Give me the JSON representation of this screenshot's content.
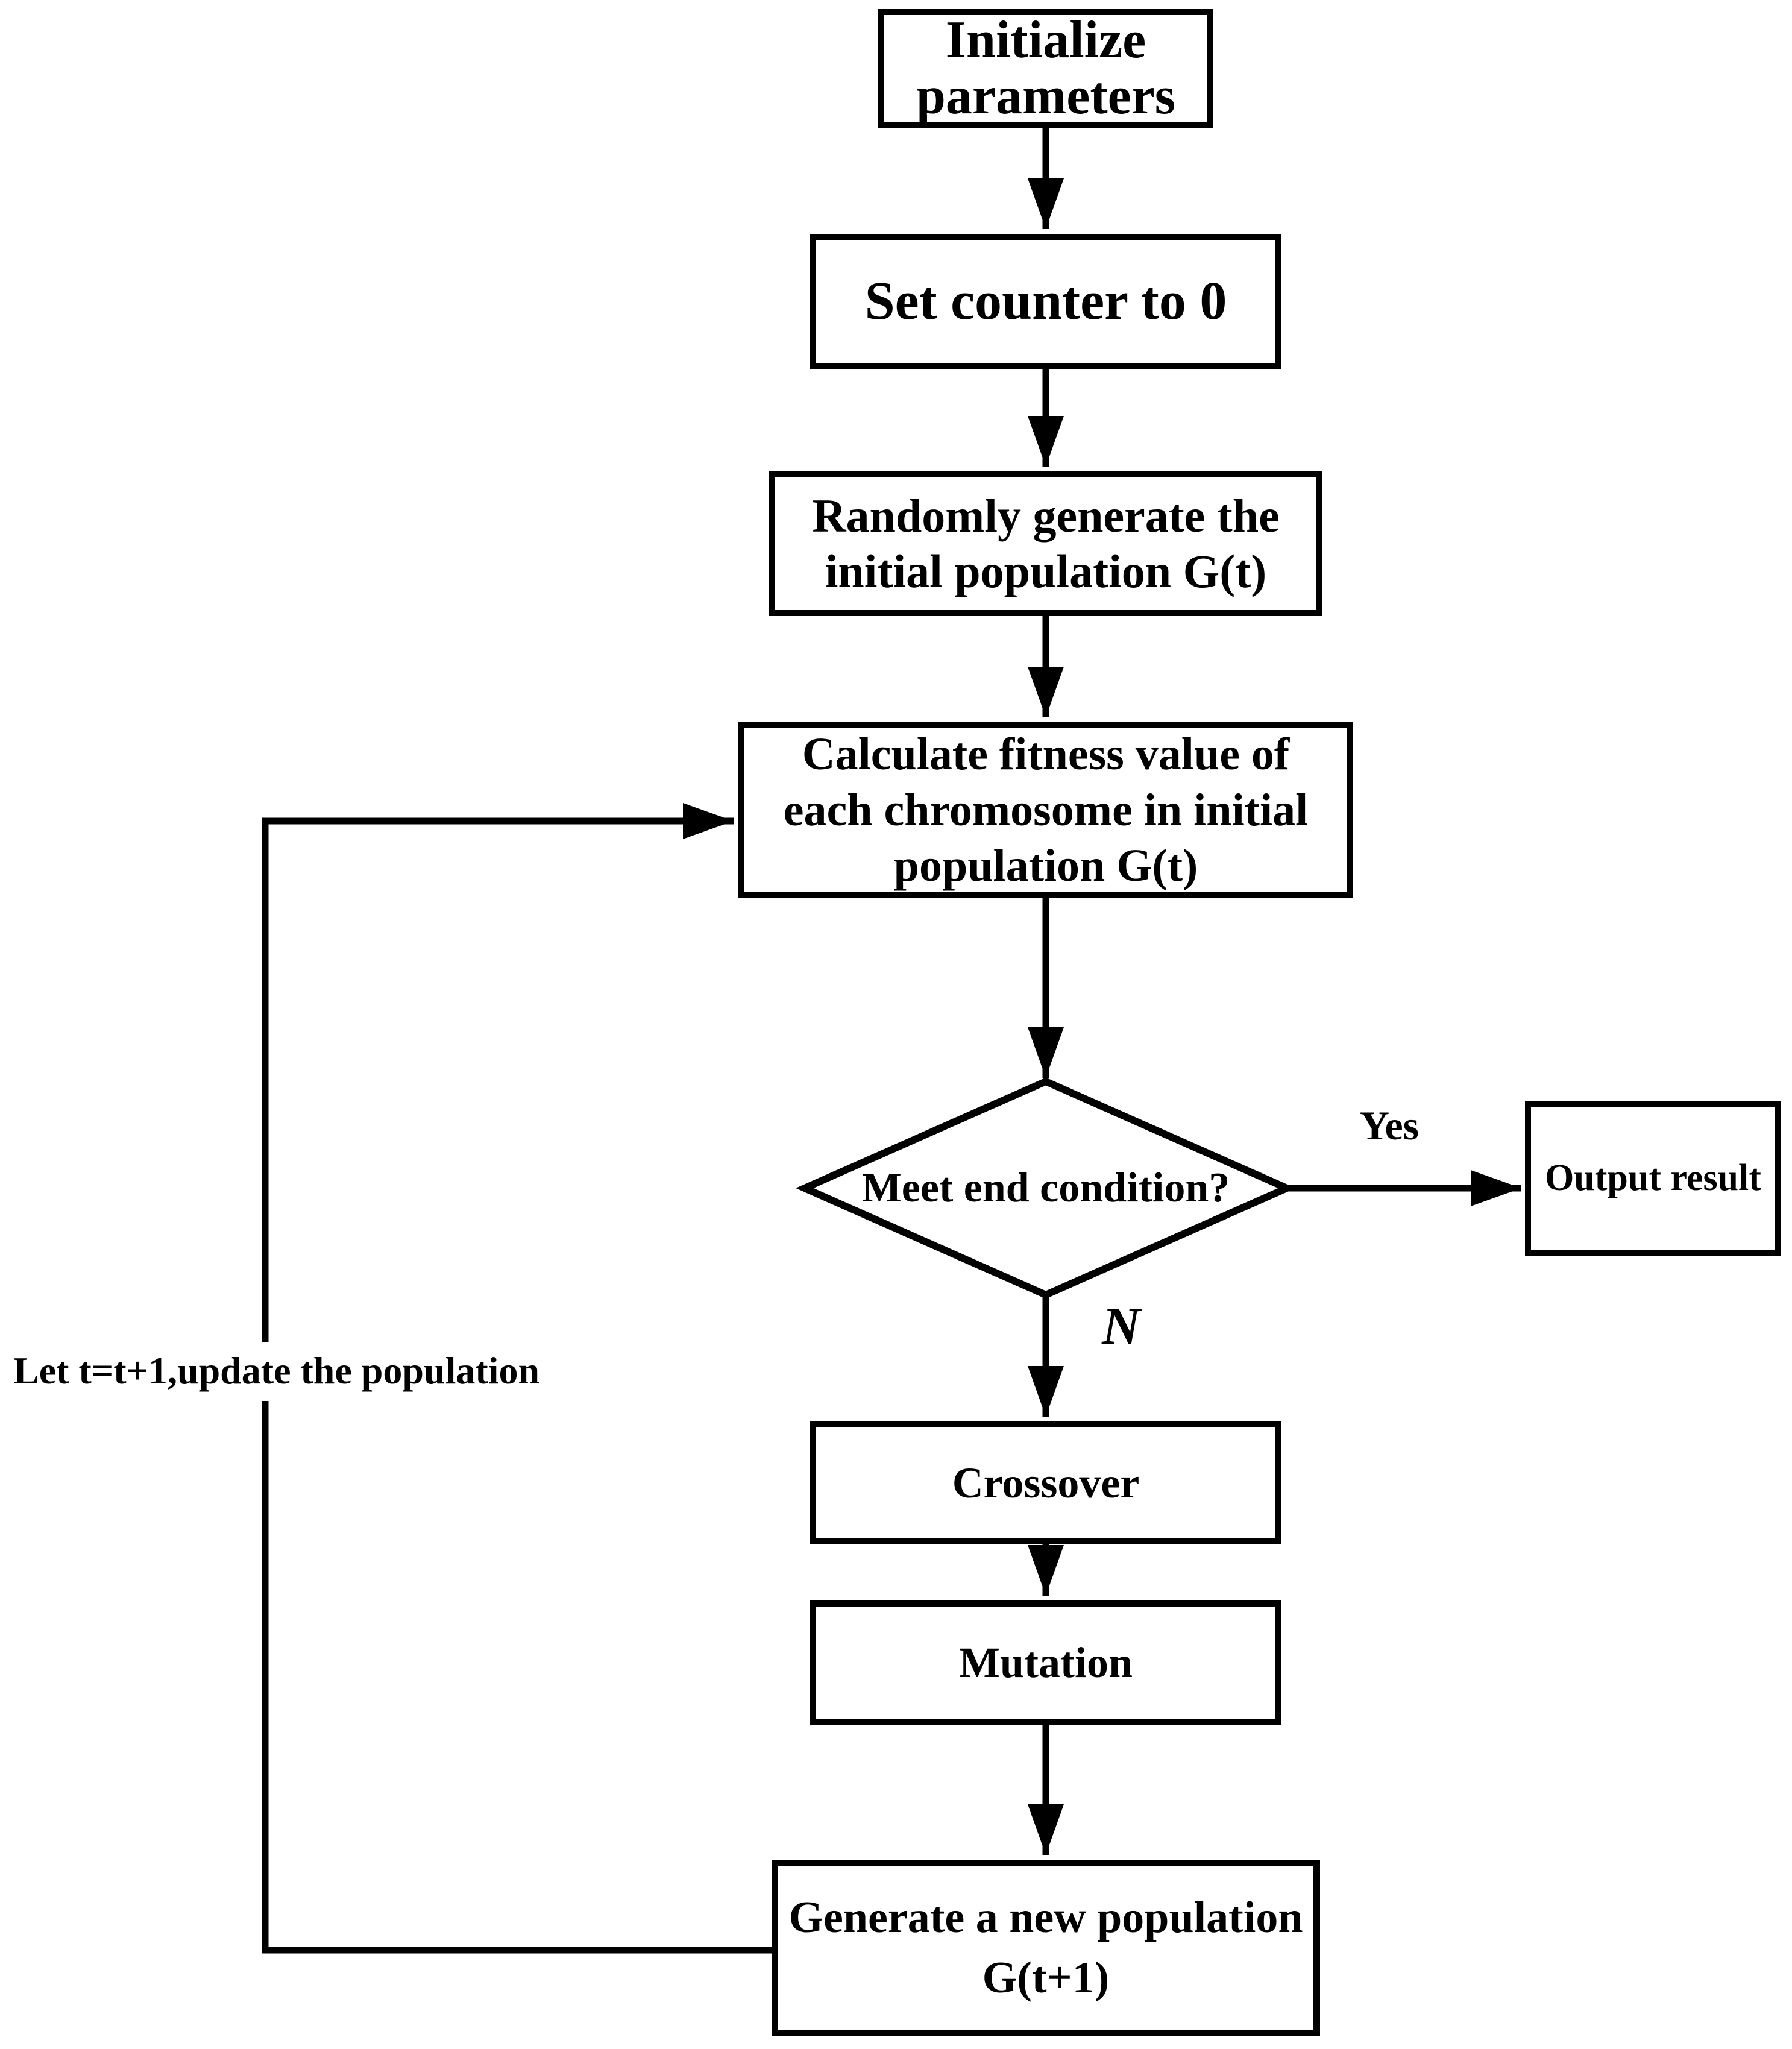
{
  "flowchart": {
    "nodes": {
      "initialize": "Initialize\nparameters",
      "set_counter": "Set counter to 0",
      "random_population": "Randomly generate the\ninitial population G(t)",
      "fitness": "Calculate fitness value of\neach chromosome in initial\npopulation G(t)",
      "end_condition": "Meet end condition?",
      "output": "Output result",
      "crossover": "Crossover",
      "mutation": "Mutation",
      "new_population": "Generate a new population\nG(t+1)"
    },
    "edge_labels": {
      "yes": "Yes",
      "no": "N",
      "loop": "Let t=t+1,update the population"
    },
    "colors": {
      "stroke": "#000000",
      "fill": "#ffffff",
      "text": "#000000"
    }
  }
}
